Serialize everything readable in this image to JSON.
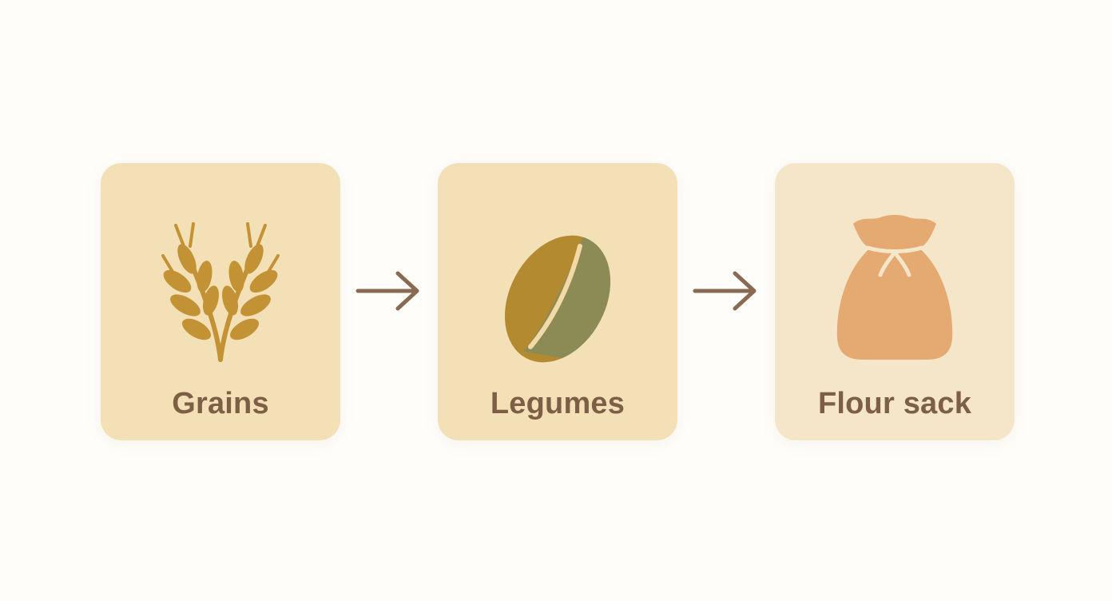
{
  "steps": [
    {
      "label": "Grains",
      "icon": "wheat-icon",
      "card_color": "#f4e0b7",
      "icon_color": "#c29234"
    },
    {
      "label": "Legumes",
      "icon": "bean-icon",
      "card_color": "#f4e0b7",
      "icon_colors": [
        "#b38a30",
        "#8c8a55"
      ]
    },
    {
      "label": "Flour sack",
      "icon": "sack-icon",
      "card_color": "#f5e6ca",
      "icon_color": "#e4aa72"
    }
  ],
  "connector": {
    "icon": "arrow-right-icon",
    "color": "#8a6a52"
  },
  "label_color": "#7d5f45"
}
